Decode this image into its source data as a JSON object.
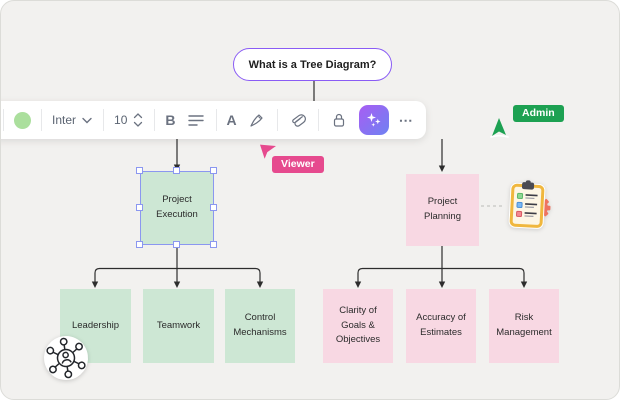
{
  "canvas": {
    "background": "#f2f1ef",
    "border_color": "#dcdcd8"
  },
  "root_node": {
    "label": "What is a Tree Diagram?",
    "border_color": "#8a5cf5",
    "fill": "#ffffff"
  },
  "toolbar": {
    "swatch_color": "#abdf9d",
    "font_family_label": "Inter",
    "font_size_value": "10",
    "bold_label": "B",
    "text_color_label": "A",
    "more_label": "⋯",
    "ai_button_gradient": [
      "#a85df3",
      "#6e82f2"
    ],
    "icons": [
      "color-swatch",
      "chevron-down",
      "font-size-stepper",
      "bold",
      "align-lines",
      "text-color",
      "highlighter-pen",
      "link-paperclip",
      "lock-open",
      "ai-sparkles",
      "more-ellipsis"
    ]
  },
  "presence": {
    "admin": {
      "label": "Admin",
      "color": "#1da152"
    },
    "viewer": {
      "label": "Viewer",
      "color": "#e64a8e"
    }
  },
  "tree": {
    "left_branch": {
      "label": "Project Execution",
      "fill": "#cde7d4",
      "selected": true,
      "selection_color": "#8b97f0",
      "children": [
        {
          "label": "Leadership"
        },
        {
          "label": "Teamwork"
        },
        {
          "label": "Control Mechanisms"
        }
      ]
    },
    "right_branch": {
      "label": "Project Planning",
      "fill": "#f8d8e3",
      "children": [
        {
          "label": "Clarity of Goals & Objectives"
        },
        {
          "label": "Accuracy of Estimates"
        },
        {
          "label": "Risk Management"
        }
      ]
    }
  },
  "stickers": [
    {
      "name": "team-network-sticker"
    },
    {
      "name": "task-clipboard-gear-sticker"
    }
  ],
  "connector_color": "#2d2d2d"
}
